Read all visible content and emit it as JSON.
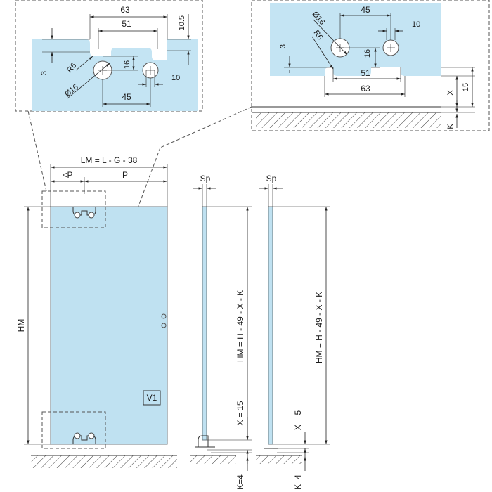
{
  "detail_left": {
    "dim_63": "63",
    "dim_51": "51",
    "dim_10_5": "10.5",
    "dim_3": "3",
    "dim_r6": "R6",
    "dim_16": "16",
    "dim_d16": "Ø16",
    "dim_10": "10",
    "dim_45": "45"
  },
  "detail_right": {
    "dim_45": "45",
    "dim_d16": "Ø16",
    "dim_10": "10",
    "dim_r6": "R6",
    "dim_3": "3",
    "dim_16": "16",
    "dim_51": "51",
    "dim_63": "63",
    "dim_x": "X",
    "dim_15": "15",
    "dim_k": "K"
  },
  "front_view": {
    "width_formula": "LM = L - G - 38",
    "left_part": "<P",
    "right_part": "P",
    "height_label": "HM",
    "panel_label": "V1"
  },
  "side_view_1": {
    "thickness": "Sp",
    "height_formula": "HM = H - 49 - X - K",
    "x_value": "X = 15",
    "k_value": "K=4"
  },
  "side_view_2": {
    "thickness": "Sp",
    "height_formula": "HM = H - 49 - X - K",
    "x_value": "X = 5",
    "k_value": "K=4"
  }
}
